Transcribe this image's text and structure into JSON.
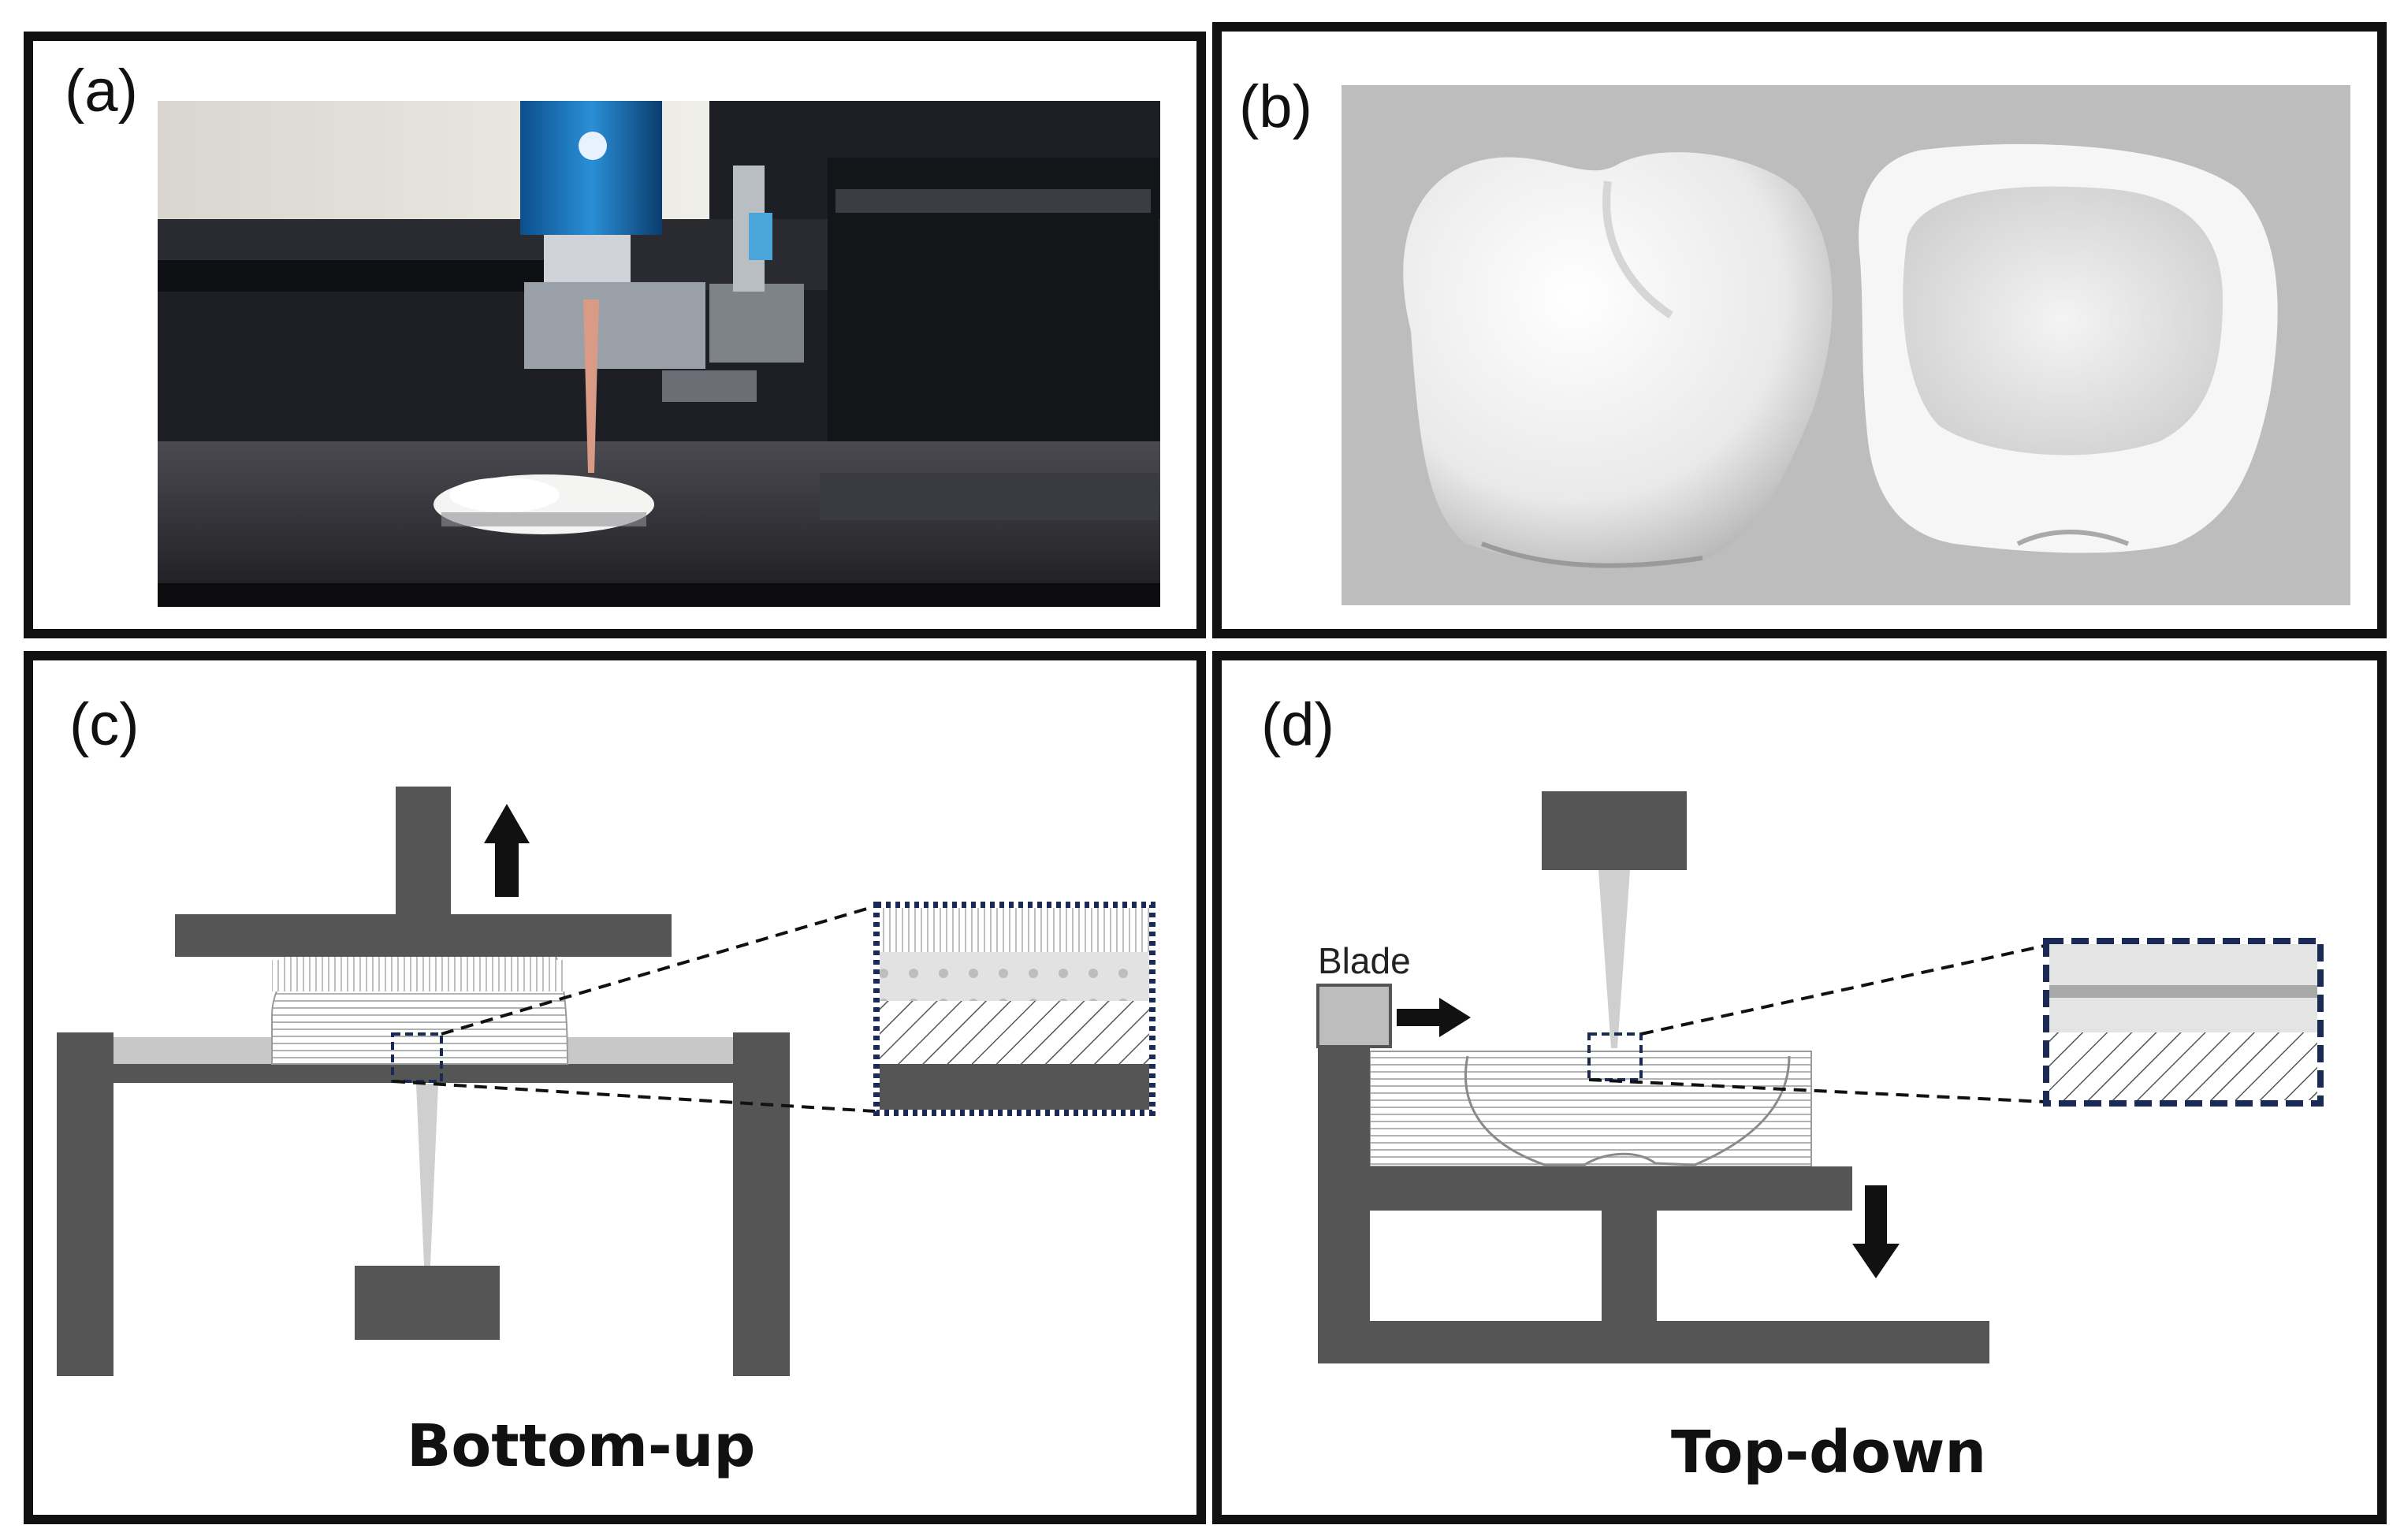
{
  "panels": {
    "a": {
      "label": "(a)"
    },
    "b": {
      "label": "(b)"
    },
    "c": {
      "label": "(c)",
      "caption": "Bottom-up"
    },
    "d": {
      "label": "(d)",
      "caption": "Top-down",
      "blade_label": "Blade"
    }
  },
  "colors": {
    "dark": "#555555",
    "light": "#c8c8c8",
    "inset_border": "#1a2a55",
    "arrow": "#111111",
    "beam": "#cfcfcf"
  },
  "icons": [
    "arrow-up-icon",
    "arrow-right-icon",
    "arrow-down-icon"
  ]
}
